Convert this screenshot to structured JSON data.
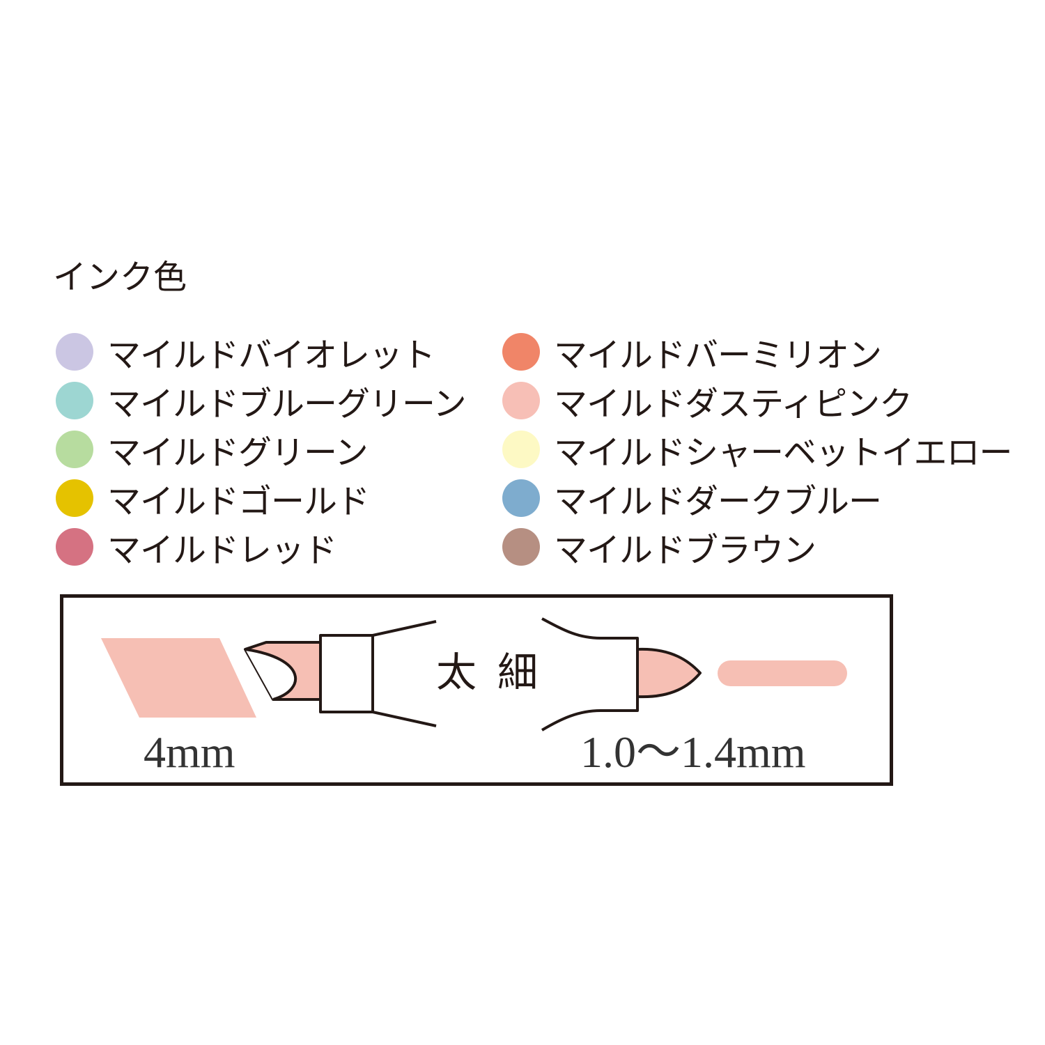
{
  "title": "インク色",
  "colors_left": [
    {
      "name": "マイルドバイオレット",
      "hex": "#cbc6e3"
    },
    {
      "name": "マイルドブルーグリーン",
      "hex": "#9dd6d2"
    },
    {
      "name": "マイルドグリーン",
      "hex": "#b7dc9f"
    },
    {
      "name": "マイルドゴールド",
      "hex": "#e5c200"
    },
    {
      "name": "マイルドレッド",
      "hex": "#d57282"
    }
  ],
  "colors_right": [
    {
      "name": "マイルドバーミリオン",
      "hex": "#f08568"
    },
    {
      "name": "マイルドダスティピンク",
      "hex": "#f7bfb6"
    },
    {
      "name": "マイルドシャーベットイエロー",
      "hex": "#fdf9c4"
    },
    {
      "name": "マイルドダークブルー",
      "hex": "#7eacce"
    },
    {
      "name": "マイルドブラウン",
      "hex": "#b68f82"
    }
  ],
  "diagram": {
    "thick_label": "太",
    "thin_label": "細",
    "thick_size": "4mm",
    "thin_size": "1.0〜1.4mm",
    "ink_color": "#f6bfb4"
  }
}
